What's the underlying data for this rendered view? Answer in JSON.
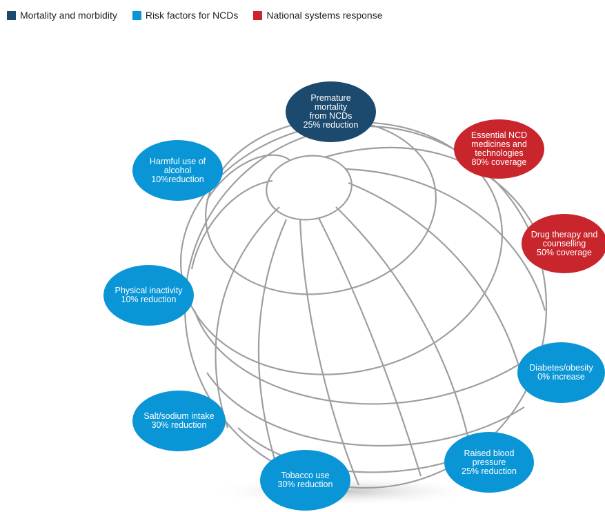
{
  "legend": {
    "mortality": {
      "label": "Mortality and morbidity",
      "color": "#1c4a6e"
    },
    "risk": {
      "label": "Risk factors for NCDs",
      "color": "#0a96d6"
    },
    "national": {
      "label": "National systems response",
      "color": "#c9252c"
    }
  },
  "targets": {
    "premature_mortality": "Premature\nmortality\nfrom NCDs\n25% reduction",
    "essential_medicines": "Essential NCD\nmedicines and\ntechnologies\n80% coverage",
    "drug_therapy": "Drug therapy and\ncounselling\n50% coverage",
    "diabetes_obesity": "Diabetes/obesity\n0% increase",
    "raised_bp": "Raised blood\npressure\n25% reduction",
    "tobacco": "Tobacco use\n30% reduction",
    "salt": "Salt/sodium intake\n30% reduction",
    "physical_inactivity": "Physical inactivity\n10% reduction",
    "alcohol": "Harmful use of\nalcohol\n10%reduction"
  }
}
